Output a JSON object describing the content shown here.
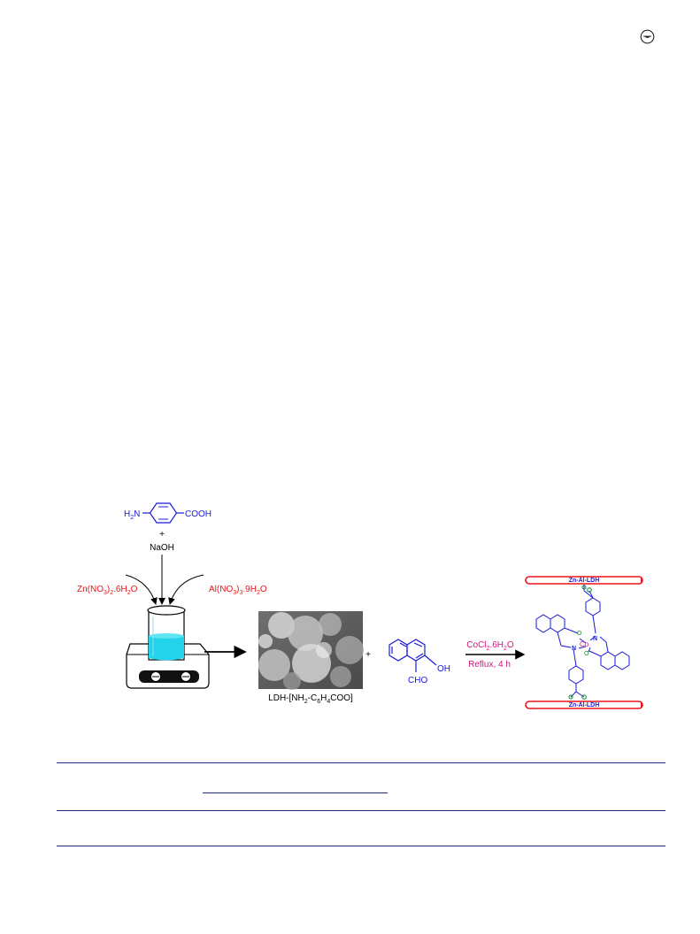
{
  "reagents": {
    "aminobenzoic": {
      "amine": "H",
      "amine_sub": "2",
      "amine_tail": "N",
      "acid": "COOH"
    },
    "plus_top": "+",
    "base": "NaOH",
    "zinc_salt": {
      "a": "Zn(NO",
      "s1": "3",
      "b": ")",
      "s2": "2",
      "c": ".6H",
      "s3": "2",
      "d": "O"
    },
    "aluminum_salt": {
      "a": "Al(NO",
      "s1": "3",
      "b": ")",
      "s2": "3",
      "c": ".9H",
      "s3": "2",
      "d": "O"
    }
  },
  "intermediate": {
    "label": {
      "a": "LDH-[NH",
      "s1": "2",
      "b": "-C",
      "s2": "6",
      "c": "H",
      "s3": "4",
      "d": "COO]"
    },
    "plus": "+"
  },
  "aldehyde": {
    "oh": "OH",
    "cho": "CHO"
  },
  "conditions": {
    "reagent": {
      "a": "CoCl",
      "s1": "2",
      "b": ".6H",
      "s2": "2",
      "c": "O"
    },
    "reflux": "Reflux, 4 h"
  },
  "product": {
    "support_top": "Zn-Al-LDH",
    "support_bottom": "Zn-Al-LDH",
    "metal": "Co",
    "atoms": {
      "n_top": "N",
      "n_bottom": "N",
      "o": "O"
    }
  },
  "colors": {
    "structure": "#1a1ad6",
    "salt_text": "#e8141b",
    "conditions_text": "#d8157e",
    "oxygen": "#0c8a2c",
    "beaker_liquid": "#22d3ea",
    "rule": "#1f2a7a"
  },
  "icons": {
    "corner": "cc-badge-icon"
  }
}
